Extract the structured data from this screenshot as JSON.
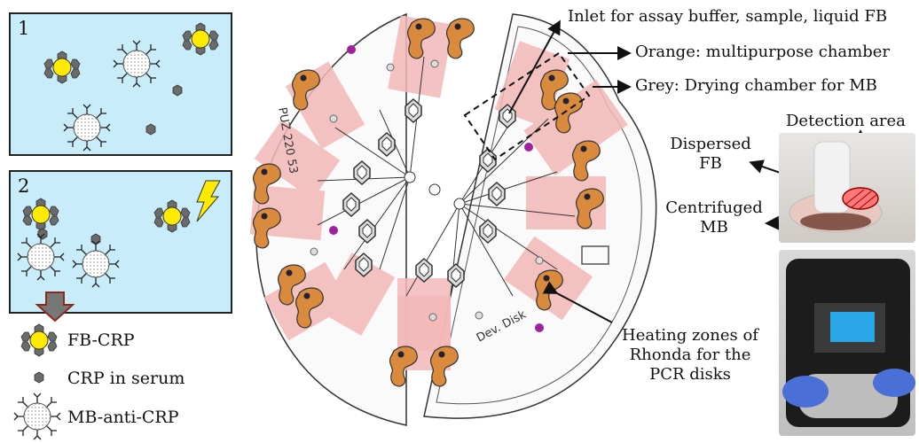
{
  "panel1": {
    "number": "1"
  },
  "panel2": {
    "number": "2"
  },
  "legend": {
    "fb_crp": "FB-CRP",
    "crp_serum": "CRP in serum",
    "mb_anti_crp": "MB-anti-CRP"
  },
  "disk": {
    "left_label": "PUZ 220 53",
    "right_label": "Dev. Disk"
  },
  "callouts": {
    "inlet": "Inlet for assay buffer, sample, liquid FB",
    "orange": "Orange: multipurpose chamber",
    "grey": "Grey: Drying chamber for MB",
    "detection_area": "Detection area",
    "dispersed_fb": "Dispersed FB",
    "centrifuged_mb": "Centrifuged MB",
    "heating_zones": "Heating zones of Rhonda for the PCR disks"
  },
  "colors": {
    "panel_bg": "#c9ecfb",
    "fb_yellow": "#ffea00",
    "chamber_orange": "#d98a3c",
    "heating_pink": "#f3b8b8",
    "arrow_brown": "#8b2a1a"
  }
}
